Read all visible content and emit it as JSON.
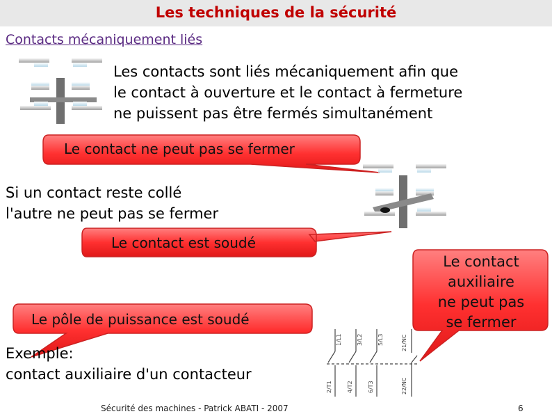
{
  "header": {
    "title": "Les techniques de la sécurité"
  },
  "subtitle": "Contacts mécaniquement liés",
  "intro_lines": [
    "Les contacts sont liés mécaniquement afin que",
    "le contact à ouverture et le contact à fermeture",
    "ne puissent pas être fermés simultanément"
  ],
  "callouts": {
    "cannot_close": "Le contact ne peut pas se fermer",
    "welded": "Le contact est soudé",
    "power_pole_welded": "Le pôle de puissance est soudé",
    "aux_cannot_close_lines": [
      "Le contact",
      "auxiliaire",
      "ne peut pas",
      "se fermer"
    ]
  },
  "stuck_lines": [
    "Si un contact reste collé",
    "l'autre ne peut pas se fermer"
  ],
  "example_lines": [
    "Exemple:",
    "contact auxiliaire d'un contacteur"
  ],
  "schematic_labels": {
    "top": [
      "1/L1",
      "3/L2",
      "5/L3",
      "21/NC"
    ],
    "bottom": [
      "2/T1",
      "4/T2",
      "6/T3",
      "22/NC"
    ]
  },
  "footer": {
    "text": "Sécurité des machines - Patrick ABATI - 2007",
    "page": "6"
  },
  "colors": {
    "title": "#c00000",
    "subtitle": "#5a2a82",
    "callout_fill": "#ff3b3b",
    "title_bg": "#e8e8e8"
  }
}
